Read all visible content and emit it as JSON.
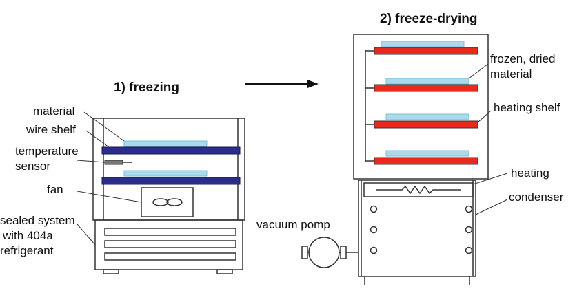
{
  "titles": {
    "freezing": "1) freezing",
    "freeze_drying": "2)  freeze-drying"
  },
  "freezer_labels": {
    "material": "material",
    "wire_shelf": "wire shelf",
    "temperature_line1": "temperature",
    "temperature_line2": "sensor",
    "fan": "fan",
    "sealed_line1": "sealed system",
    "sealed_line2": "with 404a",
    "sealed_line3": "refrigerant"
  },
  "dryer_labels": {
    "dried_line1": "frozen, dried",
    "dried_line2": "material",
    "heating_shelf": "heating shelf",
    "heating": "heating",
    "condenser": "condenser",
    "vacuum_pump": "vacuum pomp"
  },
  "colors": {
    "outline": "#333333",
    "wire_shelf": "#2b2d8c",
    "heating_shelf": "#e8291c",
    "material": "#aadbec"
  }
}
